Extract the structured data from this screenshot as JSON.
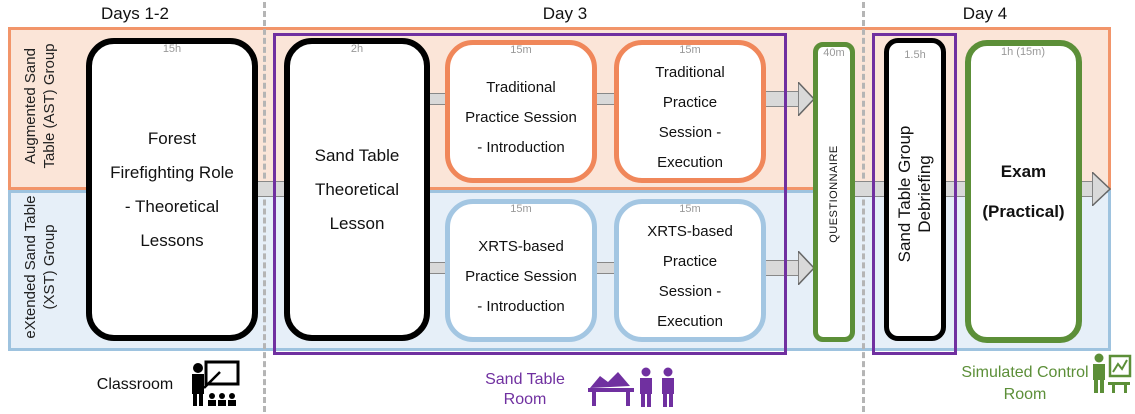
{
  "days": [
    "Days 1-2",
    "Day 3",
    "Day 4"
  ],
  "groups": {
    "ast": "Augmented Sand Table (AST) Group",
    "xst": "eXtended Sand Table (XST) Group"
  },
  "boxes": {
    "forest": {
      "duration": "15h",
      "label": "Forest Firefighting Role - Theoretical Lessons"
    },
    "sand_lesson": {
      "duration": "2h",
      "label": "Sand Table Theoretical Lesson"
    },
    "trad_intro": {
      "duration": "15m",
      "label": "Traditional Practice Session - Introduction"
    },
    "trad_exec": {
      "duration": "15m",
      "label": "Traditional Practice Session - Execution"
    },
    "xrts_intro": {
      "duration": "15m",
      "label": "XRTS-based Practice Session - Introduction"
    },
    "xrts_exec": {
      "duration": "15m",
      "label": "XRTS-based Practice Session - Execution"
    },
    "questionnaire": {
      "duration": "40m",
      "label": "QUESTIONNAIRE"
    },
    "debriefing": {
      "duration": "1.5h",
      "label": "Sand Table Group Debriefing"
    },
    "exam": {
      "duration": "1h (15m)",
      "label_line1": "Exam",
      "label_line2": "(Practical)"
    }
  },
  "rooms": {
    "classroom": "Classroom",
    "sand_table_room": "Sand Table Room",
    "control_room": "Simulated Control Room"
  },
  "colors": {
    "ast_band": "#fbe5d8",
    "ast_border": "#f2956a",
    "xst_band": "#e6eff8",
    "xst_border": "#9ec3df",
    "purple": "#7030a0",
    "green": "#5c8f38",
    "orange": "#f0875a",
    "blue": "#a3c6e2"
  },
  "icons": [
    "classroom-teacher-icon",
    "sand-table-room-icon",
    "control-room-icon"
  ]
}
